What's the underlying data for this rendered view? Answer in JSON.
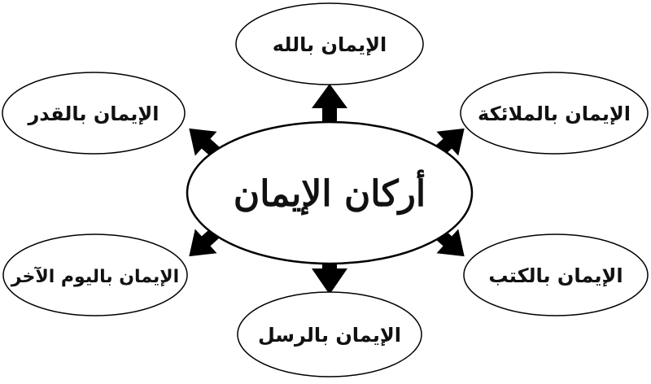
{
  "center": {
    "label": "أركان الإيمان"
  },
  "pillars": [
    {
      "id": "allah",
      "label": "الإيمان بالله"
    },
    {
      "id": "angels",
      "label": "الإيمان بالملائكة"
    },
    {
      "id": "books",
      "label": "الإيمان بالكتب"
    },
    {
      "id": "messengers",
      "label": "الإيمان بالرسل"
    },
    {
      "id": "last-day",
      "label": "الإيمان باليوم الآخر"
    },
    {
      "id": "qadar",
      "label": "الإيمان بالقدر"
    }
  ],
  "colors": {
    "background": "#ffffff",
    "stroke": "#000000",
    "node_fill": "#ffffff",
    "arrow": "#000000"
  }
}
